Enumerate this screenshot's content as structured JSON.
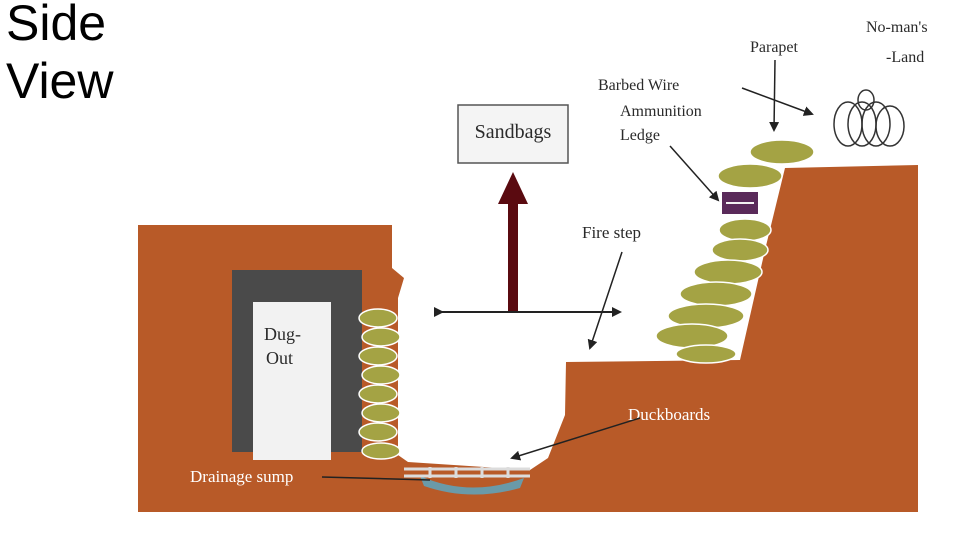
{
  "title": {
    "line1": "Side",
    "line2": "View"
  },
  "labels": {
    "sandbags": "Sandbags",
    "dugout_line1": "Dug-",
    "dugout_line2": "Out",
    "drainage_sump": "Drainage sump",
    "duckboards": "Duckboards",
    "fire_step": "Fire step",
    "barbed_wire": "Barbed Wire",
    "ammunition_line1": "Ammunition",
    "ammunition_line2": "Ledge",
    "parapet": "Parapet",
    "no_mans_line1": "No-man's",
    "no_mans_line2": "-Land"
  },
  "colors": {
    "earth": "#b85a28",
    "dugout_frame": "#4a4a4a",
    "dugout_room": "#f2f2f2",
    "sandbag": "#a4a344",
    "arrow_up": "#5a0a10",
    "water": "#6a9aa8",
    "crate": "#5a2a5a"
  }
}
